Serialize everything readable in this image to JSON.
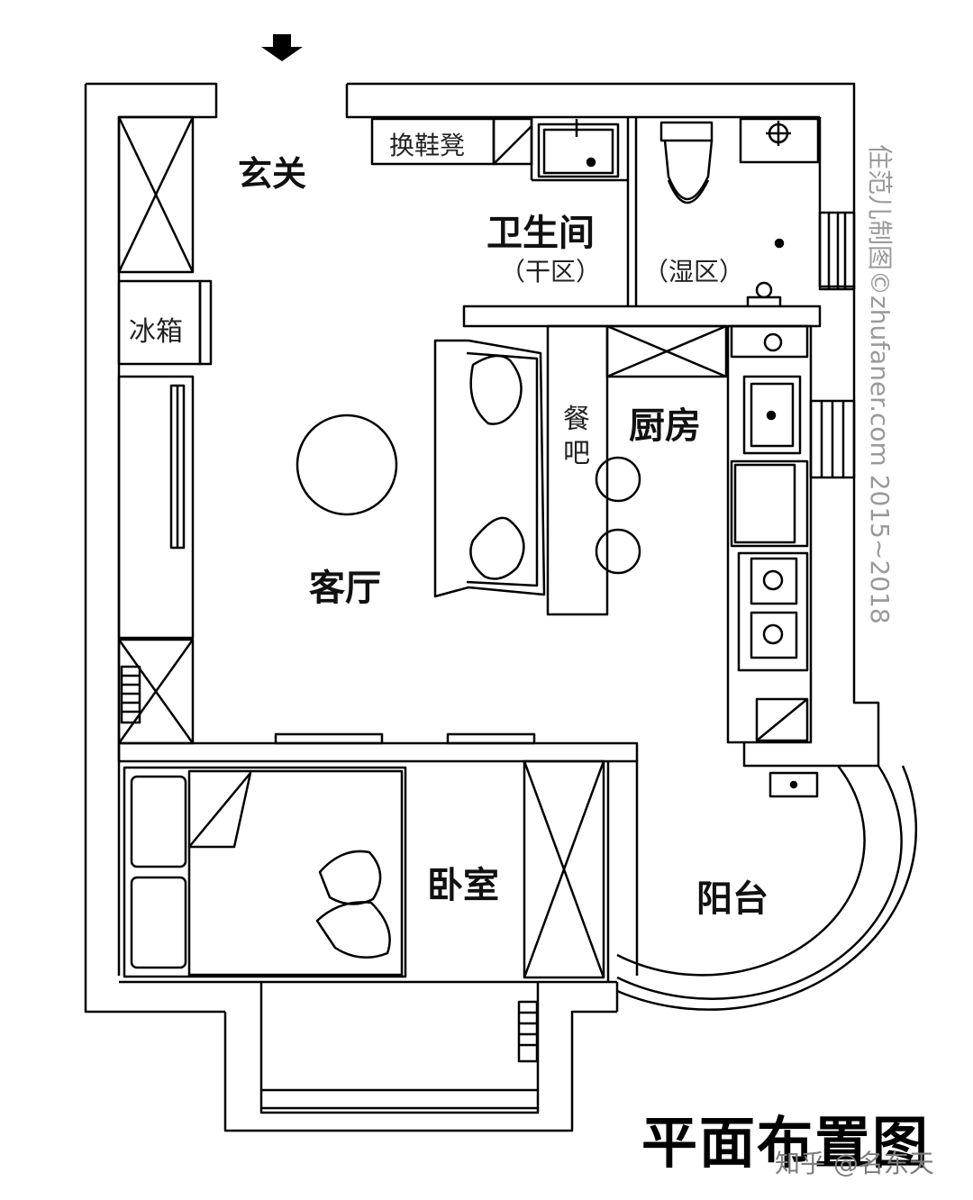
{
  "plan": {
    "entry_arrow_icon": "arrow-down-icon",
    "rooms": {
      "entrance": "玄关",
      "bathroom": "卫生间",
      "bathroom_dry": "（干区）",
      "bathroom_wet": "（湿区）",
      "fridge": "冰箱",
      "shoe_bench": "换鞋凳",
      "dining_bar_1": "餐",
      "dining_bar_2": "吧",
      "kitchen": "厨房",
      "living_room": "客厅",
      "bedroom": "卧室",
      "balcony": "阳台"
    },
    "title": "平面布置图",
    "watermark": "住范儿制图©zhufaner.com 2015~2018",
    "source": "知乎 @名东天"
  }
}
